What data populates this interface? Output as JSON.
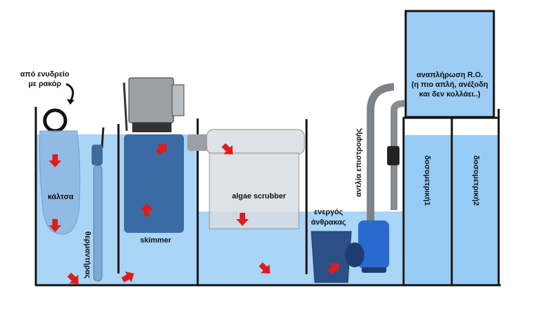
{
  "labels": {
    "inlet_line1": "από ενυδρείο",
    "inlet_line2": "με ρακόρ",
    "filter_sock": "κάλτσα",
    "heater": "θερμαντήρας",
    "skimmer": "skimmer",
    "algae_scrubber": "algae scrubber",
    "carbon_line1": "ενεργός",
    "carbon_line2": "άνθρακας",
    "return_pump": "αντλία επιστροφής",
    "ro_line1": "αναπλήρωση R.O.",
    "ro_line2": "(η πιο απλή, ανέξοδη",
    "ro_line3": "και δεν κολλάει..)",
    "doser1": "δοσομετρική1",
    "doser2": "δοσομετρική2"
  },
  "colors": {
    "water": "#a9d5f7",
    "ro_tank": "#9dcdf5",
    "walls": "#111111",
    "flow_arrow": "#e01b1b",
    "equipment_blue": "#2f5f9a",
    "pipe_gray": "#8a8d90"
  }
}
